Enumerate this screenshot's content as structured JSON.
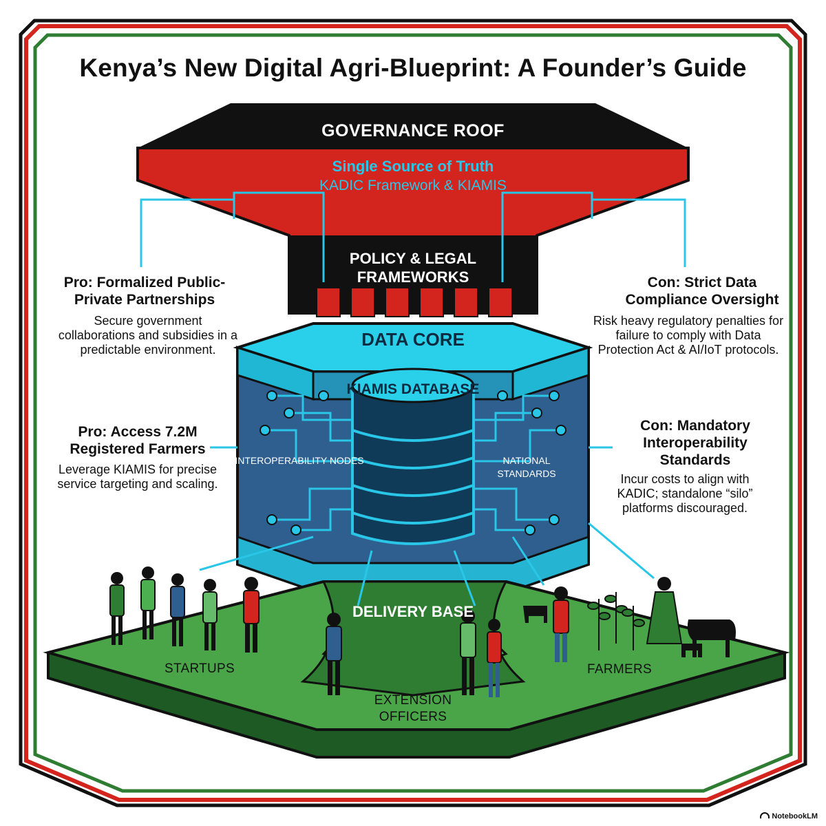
{
  "title": "Kenya’s New Digital Agri-Blueprint: A Founder’s Guide",
  "roof": {
    "title": "GOVERNANCE ROOF",
    "highlight": "Single Source of Truth",
    "subtitle": "KADIC Framework & KIAMIS",
    "pillars_label": "POLICY & LEGAL FRAMEWORKS"
  },
  "core": {
    "title": "DATA CORE",
    "database": "KIAMIS DATABASE",
    "left_label": "INTEROPERABILITY NODES",
    "right_label": "NATIONAL STANDARDS"
  },
  "base": {
    "title": "DELIVERY BASE",
    "startups": "STARTUPS",
    "extension": "EXTENSION OFFICERS",
    "farmers": "FARMERS"
  },
  "pros": [
    {
      "heading": "Pro: Formalized Public-Private Partnerships",
      "body": "Secure government collaborations and subsidies in a predictable environment."
    },
    {
      "heading": "Pro: Access 7.2M Registered Farmers",
      "body": "Leverage KIAMIS for precise service targeting and scaling."
    }
  ],
  "cons": [
    {
      "heading": "Con: Strict Data Compliance Oversight",
      "body": "Risk heavy regulatory penalties for failure to comply with Data Protection Act & AI/IoT protocols."
    },
    {
      "heading": "Con: Mandatory Interoperability Standards",
      "body": "Incur costs to align with KADIC; standalone “silo” platforms discouraged."
    }
  ],
  "brand": "NotebookLM",
  "colors": {
    "red": "#d4241e",
    "black": "#111111",
    "green": "#2e7d32",
    "green_light": "#4caf50",
    "cyan": "#29c6e8",
    "core_face": "#2f5f8f",
    "core_top": "#1fc3df"
  }
}
